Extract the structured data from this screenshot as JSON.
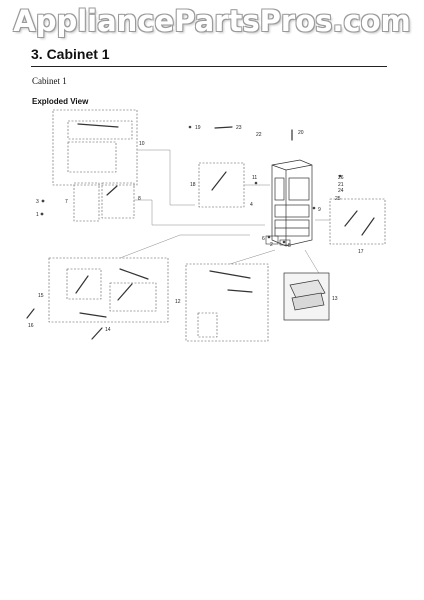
{
  "watermark": "AppliancePartsPros.com",
  "header": {
    "section_title": "3.  Cabinet 1",
    "subtitle": "Cabinet 1",
    "view_label": "Exploded View"
  },
  "callouts": {
    "c1": "1",
    "c2": "2",
    "c3": "3",
    "c4": "4",
    "c5": "5",
    "c6": "6",
    "c7": "7",
    "c8": "8",
    "c9": "9",
    "c10": "10",
    "c11": "11",
    "c12": "12",
    "c13": "13",
    "c14": "14",
    "c15": "15",
    "c16": "16",
    "c17": "17",
    "c18": "18",
    "c19": "19",
    "c20": "20",
    "c21": "21",
    "c22": "22",
    "c23": "23",
    "c24": "24",
    "c25": "25",
    "c26": "26"
  }
}
